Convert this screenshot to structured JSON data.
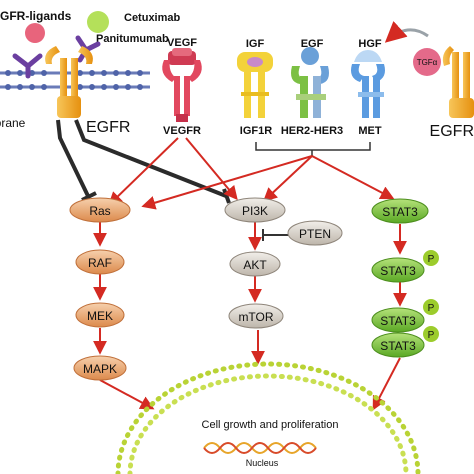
{
  "ligands": {
    "egfr_ligands": "EGFR-ligands",
    "cetuximab": "Cetuximab",
    "panitumumab": "Panitumumab",
    "membrane": "Membrane",
    "tgfa": "TGFα"
  },
  "receptors": {
    "egfr_left": "EGFR",
    "egfr_right": "EGFR",
    "vegf": "VEGF",
    "vegfr": "VEGFR",
    "igf": "IGF",
    "igf1r": "IGF1R",
    "egf": "EGF",
    "her2_her3": "HER2-HER3",
    "hgf": "HGF",
    "met": "MET"
  },
  "pathway": {
    "ras": "Ras",
    "raf": "RAF",
    "mek": "MEK",
    "mapk": "MAPK",
    "pi3k": "PI3K",
    "pten": "PTEN",
    "akt": "AKT",
    "mtor": "mTOR",
    "stat3_a": "STAT3",
    "stat3_b": "STAT3",
    "stat3_c": "STAT3",
    "stat3_d": "STAT3",
    "phos": "P"
  },
  "nucleus": {
    "growth": "Cell growth and proliferation",
    "label": "Nucleus"
  },
  "colors": {
    "arrow_red": "#d42a22",
    "inhibit_dark": "#2b2b2b",
    "egfr_orange": "#f2a81d",
    "membrane_blue": "#4f63a8",
    "ras_fill": "#e8a56f",
    "pi3k_fill": "#d6d0c8",
    "stat3_green": "#7cc63a",
    "phos_green": "#9ccc2c",
    "vegf_red": "#e2485f",
    "igf_yellow": "#f3d23a",
    "egf_green": "#7cc044",
    "hgf_blue": "#5b9be0",
    "tgfa_pink": "#e46a8a",
    "nucleus_green": "#b9d335"
  }
}
